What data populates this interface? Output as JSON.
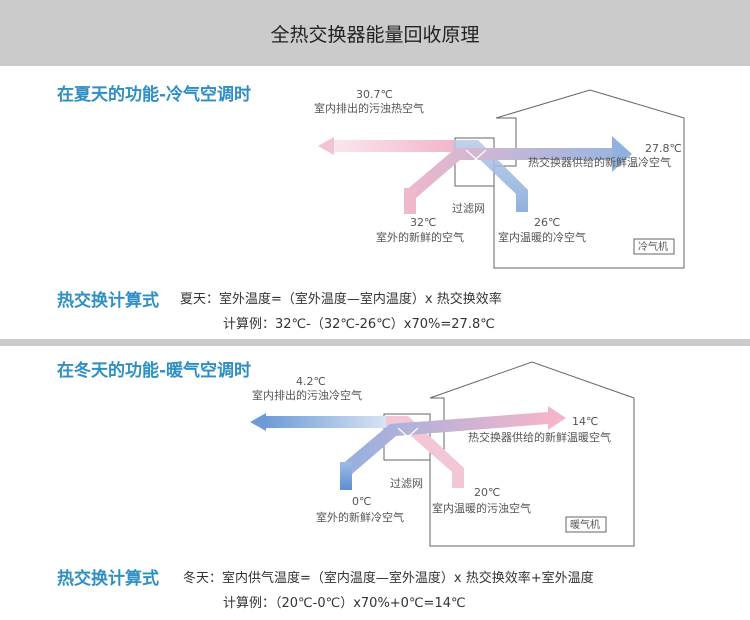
{
  "title": "全热交换器能量回收原理",
  "summer": {
    "heading": "在夏天的功能-冷气空调时",
    "exhaust_temp": "30.7℃",
    "exhaust_label": "室内排出的污浊热空气",
    "supply_temp": "27.8℃",
    "supply_label": "热交换器供给的新鲜温冷空气",
    "filter_label": "过滤网",
    "outdoor_temp": "32℃",
    "outdoor_label": "室外的新鲜的空气",
    "indoor_temp": "26℃",
    "indoor_label": "室内温暖的冷空气",
    "unit_label": "冷气机",
    "formula_label": "热交换计算式",
    "formula": "夏天：室外温度=（室外温度—室内温度）x 热交换效率",
    "example": "计算例：32℃-（32℃-26℃）x70%=27.8℃"
  },
  "winter": {
    "heading": "在冬天的功能-暖气空调时",
    "exhaust_temp": "4.2℃",
    "exhaust_label": "室内排出的污浊冷空气",
    "supply_temp": "14℃",
    "supply_label": "热交换器供给的新鲜温暖空气",
    "filter_label": "过滤网",
    "outdoor_temp": "0℃",
    "outdoor_label": "室外的新鲜冷空气",
    "indoor_temp": "20℃",
    "indoor_label": "室内温暖的污浊空气",
    "unit_label": "暖气机",
    "formula_label": "热交换计算式",
    "formula": "冬天：室内供气温度=（室内温度—室外温度）x 热交换效率+室外温度",
    "example": "计算例：（20℃-0℃）x70%+0℃=14℃"
  },
  "colors": {
    "heading": "#2f8fc4",
    "banner": "#cbcbcb",
    "warm": "#f2b6ca",
    "cool": "#8fb2de"
  }
}
